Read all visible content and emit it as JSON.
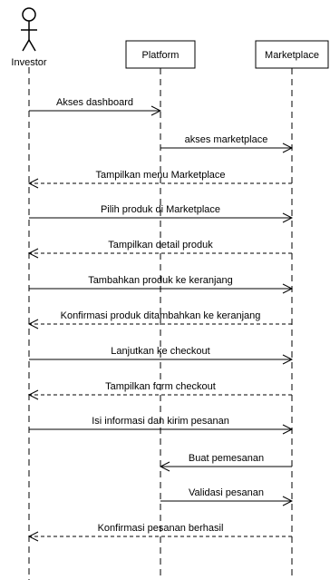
{
  "participants": [
    {
      "id": "investor",
      "label": "Investor",
      "kind": "actor"
    },
    {
      "id": "platform",
      "label": "Platform",
      "kind": "box"
    },
    {
      "id": "marketplace",
      "label": "Marketplace",
      "kind": "box"
    }
  ],
  "messages": [
    {
      "from": "investor",
      "to": "platform",
      "label": "Akses dashboard",
      "style": "solid"
    },
    {
      "from": "platform",
      "to": "marketplace",
      "label": "akses marketplace",
      "style": "solid"
    },
    {
      "from": "marketplace",
      "to": "investor",
      "label": "Tampilkan menu Marketplace",
      "style": "dashed"
    },
    {
      "from": "investor",
      "to": "marketplace",
      "label": "Pilih produk di Marketplace",
      "style": "solid"
    },
    {
      "from": "marketplace",
      "to": "investor",
      "label": "Tampilkan detail produk",
      "style": "dashed"
    },
    {
      "from": "investor",
      "to": "marketplace",
      "label": "Tambahkan produk ke keranjang",
      "style": "solid"
    },
    {
      "from": "marketplace",
      "to": "investor",
      "label": "Konfirmasi produk ditambahkan ke keranjang",
      "style": "dashed"
    },
    {
      "from": "investor",
      "to": "marketplace",
      "label": "Lanjutkan ke checkout",
      "style": "solid"
    },
    {
      "from": "marketplace",
      "to": "investor",
      "label": "Tampilkan form checkout",
      "style": "dashed"
    },
    {
      "from": "investor",
      "to": "marketplace",
      "label": "Isi informasi dan kirim pesanan",
      "style": "solid"
    },
    {
      "from": "marketplace",
      "to": "platform",
      "label": "Buat pemesanan",
      "style": "solid"
    },
    {
      "from": "platform",
      "to": "marketplace",
      "label": "Validasi pesanan",
      "style": "solid"
    },
    {
      "from": "marketplace",
      "to": "investor",
      "label": "Konfirmasi pesanan berhasil",
      "style": "dashed"
    }
  ]
}
